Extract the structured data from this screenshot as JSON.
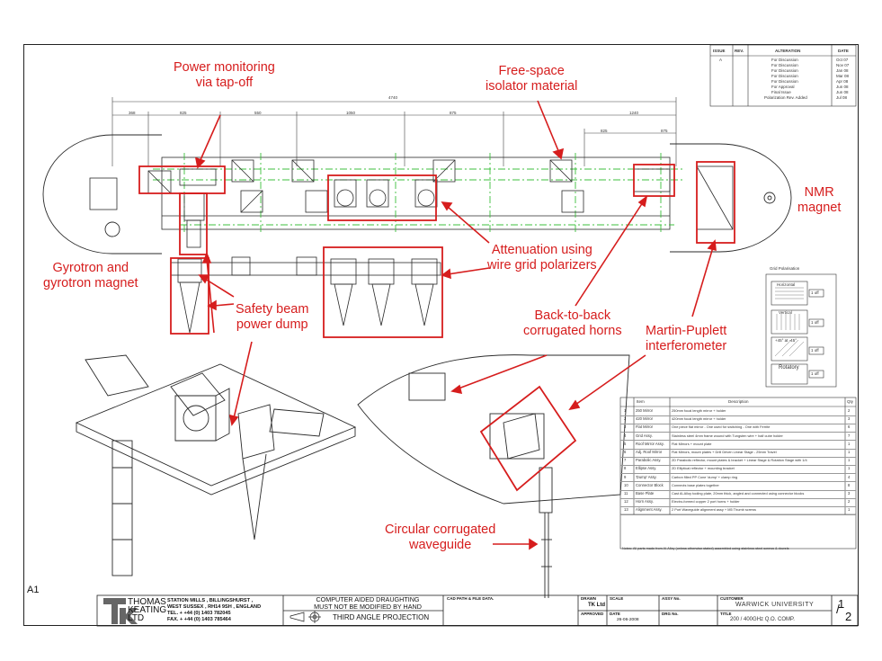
{
  "annotations": {
    "power_monitoring": [
      "Power monitoring",
      "via tap-off"
    ],
    "free_space_isolator": [
      "Free-space",
      "isolator material"
    ],
    "nmr_magnet": [
      "NMR",
      "magnet"
    ],
    "gyrotron": [
      "Gyrotron and",
      "gyrotron magnet"
    ],
    "attenuation": [
      "Attenuation using",
      "wire grid polarizers"
    ],
    "safety_dump": [
      "Safety beam",
      "power dump"
    ],
    "back_to_back": [
      "Back-to-back",
      "corrugated horns"
    ],
    "martin_puplett": [
      "Martin-Puplett",
      "interferometer"
    ],
    "circular_waveguide": [
      "Circular corrugated",
      "waveguide"
    ]
  },
  "revision_table": {
    "headers": [
      "ISSUE",
      "REV.",
      "ALTERATION",
      "DATE"
    ],
    "issue": "A",
    "rows": [
      [
        "For Discussion",
        "Oct 07"
      ],
      [
        "For Discussion",
        "Nov 07"
      ],
      [
        "For Discussion",
        "Jan 08"
      ],
      [
        "For Discussion",
        "Mar 08"
      ],
      [
        "For Discussion",
        "Apr 08"
      ],
      [
        "For Approval",
        "Jun 08"
      ],
      [
        "Final Issue",
        "Jun 08"
      ],
      [
        "Polarization Rev. Added",
        "Jul 08"
      ]
    ]
  },
  "wire_polarisations": {
    "title": "Grid Polarisation",
    "items": [
      {
        "label": "Horizontal",
        "value": "1 off"
      },
      {
        "label": "Vertical",
        "value": "1 off"
      },
      {
        "label": "+45° at -45°",
        "value": "1 off"
      },
      {
        "label": "Rotatory",
        "value": "1 off"
      }
    ]
  },
  "parts_list": {
    "headers": [
      "",
      "Item",
      "Description",
      "Qty"
    ],
    "rows": [
      [
        "1",
        "250 Mirror",
        "250mm focal length mirror + holder",
        "2"
      ],
      [
        "2",
        "420 Mirror",
        "420mm focal length mirror + holder",
        "3"
      ],
      [
        "3",
        "Flat Mirror",
        "One piece flat mirror - One used for switching - One with Ferrite",
        "6"
      ],
      [
        "4",
        "Grid Assy.",
        "Stainless steel 4mm frame wound with Tungsten wire + half cube holder",
        "7"
      ],
      [
        "5",
        "Roof Mirror Assy.",
        "Flat Mirrors + mount plate",
        "1"
      ],
      [
        "6",
        "Adj. Roof Mirror",
        "Flat Mirrors, mount plates + Drill Driven Linear Stage - 25mm Travel",
        "1"
      ],
      [
        "7",
        "Parabolic Assy.",
        "2D Parabolic reflector, mount plates & bracket + Linear Stage & Rotation Stage with 1/4",
        "1"
      ],
      [
        "8",
        "Ellipse Assy.",
        "2D Elliptical reflector + mounting bracket",
        "1"
      ],
      [
        "9",
        "'Dump' Assy.",
        "Carbon filled PP Cone 'dump' + clamp ring",
        "4"
      ],
      [
        "10",
        "Connector Block",
        "Connects base plates together",
        "8"
      ],
      [
        "11",
        "Base Plate",
        "Cast Al-Alloy tooling plate, 20mm thick, angled and connected using connector blocks",
        "3"
      ],
      [
        "12",
        "Horn Assy.",
        "Electro-formed copper 2 port horns + holder",
        "2"
      ],
      [
        "13",
        "Alignment Assy.",
        "2 Port Waveguide alignment assy + M5 Thumb screws",
        "1"
      ]
    ],
    "note": "Notes: All parts made from Al-Alloy (unless otherwise stated) assembled using stainless steel screws & dowels"
  },
  "title_block": {
    "company_line1": "THOMAS",
    "company_line2": "KEATING",
    "company_line3": "LTD",
    "address": [
      "STATION MILLS , BILLINGSHURST ,",
      "WEST SUSSEX , RH14 9SH , ENGLAND",
      "TEL. + +44 (0) 1403 782045",
      "FAX. + +44 (0) 1403 785464"
    ],
    "cad_notice": [
      "COMPUTER AIDED DRAUGHTING",
      "MUST NOT BE MODIFIED BY HAND"
    ],
    "projection": "THIRD ANGLE PROJECTION",
    "cad_path_label": "CAD PATH & FILE DATA.",
    "drawn_label": "DRAWN",
    "drawn_value": "TK Ltd",
    "approved_label": "APPROVED",
    "scale_label": "SCALE",
    "date_label": "DATE",
    "date_value": "26-06-2008",
    "assy_label": "ASSY No.",
    "drg_label": "DRG No.",
    "customer_label": "CUSTOMER",
    "customer_value": "WARWICK UNIVERSITY",
    "title_label": "TITLE",
    "title_value": "200 / 400GHz Q.O. COMP.",
    "sheet_num": "1",
    "sheet_total": "2"
  },
  "sheet_size": "A1",
  "dimensions": {
    "overall": "4740",
    "segments": [
      "368",
      "825",
      "550",
      "1050",
      "875",
      "1240"
    ],
    "sub": [
      "825",
      "875"
    ]
  },
  "colors": {
    "annotation": "#d61d1d",
    "drawing": "#2a2a2a",
    "centerline": "#3cbf3c"
  }
}
